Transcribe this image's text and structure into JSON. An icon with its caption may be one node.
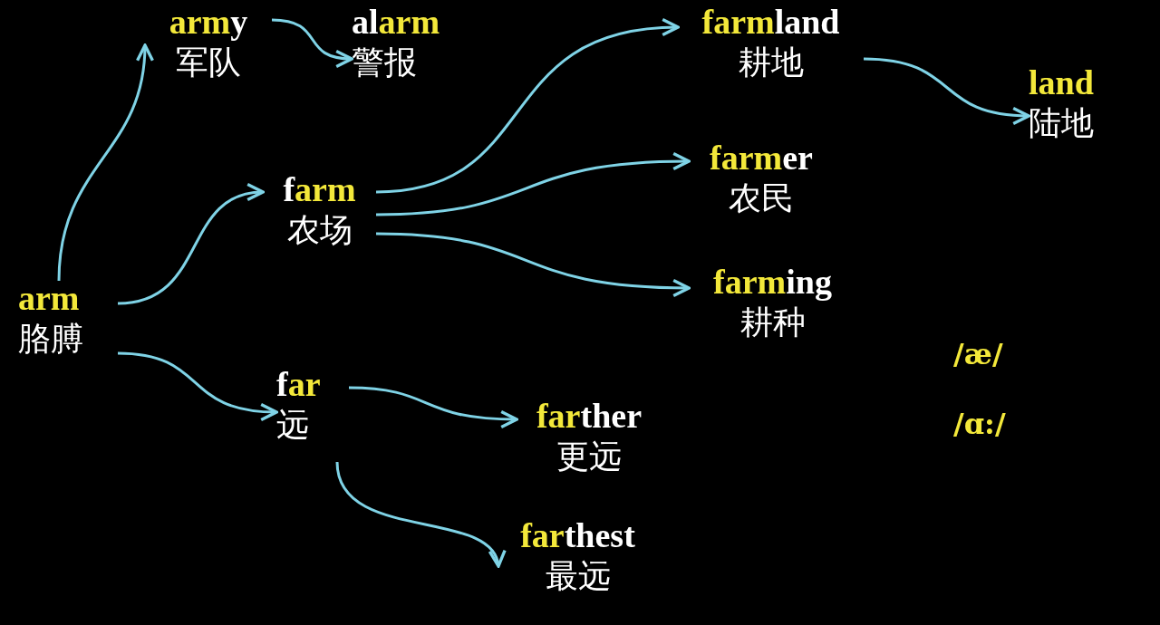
{
  "diagram": {
    "nodes": [
      {
        "text": [
          "**arm**",
          "胳膊"
        ]
      },
      {
        "text": [
          "**arm**y",
          "军队"
        ]
      },
      {
        "text": [
          "al**arm**",
          "警报"
        ]
      },
      {
        "text": [
          "f**arm**",
          "农场"
        ]
      },
      {
        "text": [
          "**farm**land",
          "耕地"
        ]
      },
      {
        "text": [
          "**land**",
          "陆地"
        ]
      },
      {
        "text": [
          "**farm**er",
          "农民"
        ]
      },
      {
        "text": [
          "**farm**ing",
          "耕种"
        ]
      },
      {
        "text": [
          "f**ar**",
          "远"
        ]
      },
      {
        "text": [
          "**far**ther",
          "更远"
        ]
      },
      {
        "text": [
          "**far**thest",
          "最远"
        ]
      }
    ],
    "edges": [
      {
        "from": 0,
        "to": 1,
        "arrow": "to"
      },
      {
        "from": 0,
        "to": 3,
        "arrow": "to"
      },
      {
        "from": 0,
        "to": 8,
        "arrow": "to"
      },
      {
        "from": 1,
        "to": 2,
        "arrow": "to"
      },
      {
        "from": 3,
        "to": 4,
        "arrow": "to"
      },
      {
        "from": 3,
        "to": 6,
        "arrow": "to"
      },
      {
        "from": 3,
        "to": 7,
        "arrow": "to"
      },
      {
        "from": 4,
        "to": 5,
        "arrow": "to"
      },
      {
        "from": 8,
        "to": 9,
        "arrow": "to"
      },
      {
        "from": 8,
        "to": 10,
        "arrow": "to"
      }
    ],
    "labels": [
      "/æ/",
      "/ɑ:/"
    ]
  }
}
